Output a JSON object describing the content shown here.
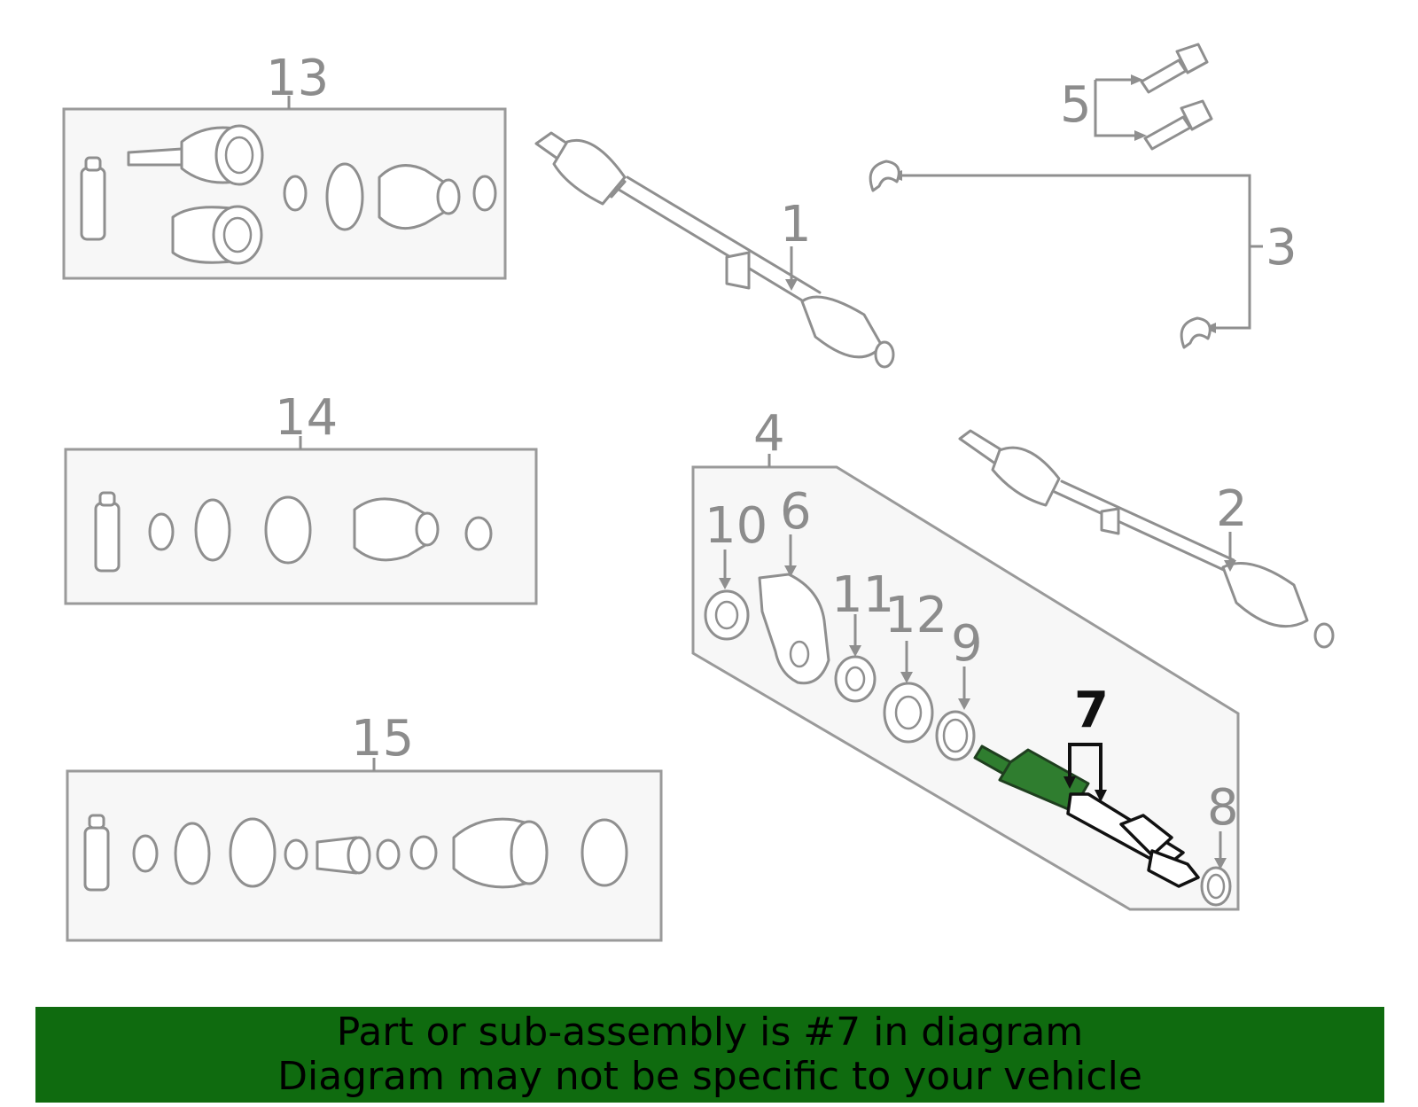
{
  "callouts": {
    "c1": "1",
    "c2": "2",
    "c3": "3",
    "c4": "4",
    "c5": "5",
    "c6": "6",
    "c7": "7",
    "c8": "8",
    "c9": "9",
    "c10": "10",
    "c11": "11",
    "c12": "12",
    "c13": "13",
    "c14": "14",
    "c15": "15"
  },
  "highlighted_part": "7",
  "colors": {
    "highlight_fill": "#2f7d2f",
    "banner_bg": "#0f6b0f",
    "line_gray": "#8f8f8f"
  },
  "banner": {
    "line1": "Part or sub-assembly is #7 in diagram",
    "line2": "Diagram may not be specific to your vehicle"
  }
}
